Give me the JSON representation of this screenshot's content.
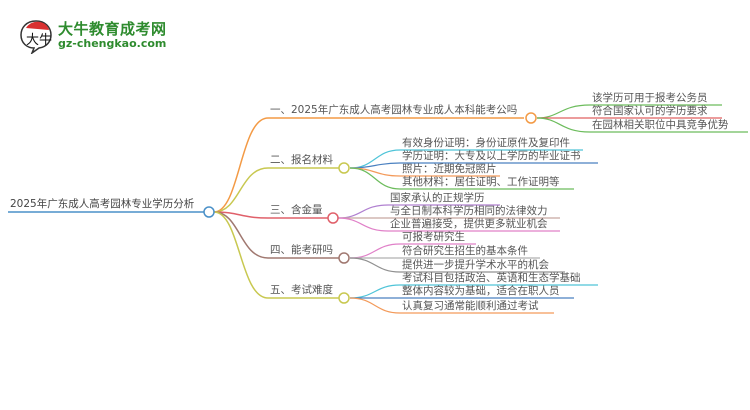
{
  "logo": {
    "title": "大牛教育成考网",
    "url": "gz-chengkao.com",
    "badge_text": "大牛"
  },
  "mindmap": {
    "root": "2025年广东成人高考园林专业学历分析",
    "colors": {
      "root": "#4a90c8",
      "b1": "#f39a45",
      "b2": "#c8c850",
      "b3": "#e0606a",
      "b4": "#a07870",
      "b5": "#c8c850"
    },
    "branches": [
      {
        "label": "一、2025年广东成人高考园林专业成人本科能考公吗",
        "children": [
          "该学历可用于报考公务员",
          "符合国家认可的学历要求",
          "在园林相关职位中具竞争优势"
        ]
      },
      {
        "label": "二、报名材料",
        "children": [
          "有效身份证明：身份证原件及复印件",
          "学历证明：大专及以上学历的毕业证书",
          "照片：近期免冠照片",
          "其他材料：居住证明、工作证明等"
        ]
      },
      {
        "label": "三、含金量",
        "children": [
          "国家承认的正规学历",
          "与全日制本科学历相同的法律效力",
          "企业普遍接受，提供更多就业机会"
        ]
      },
      {
        "label": "四、能考研吗",
        "children": [
          "可报考研究生",
          "符合研究生招生的基本条件",
          "提供进一步提升学术水平的机会"
        ]
      },
      {
        "label": "五、考试难度",
        "children": [
          "考试科目包括政治、英语和生态学基础",
          "整体内容较为基础，适合在职人员",
          "认真复习通常能顺利通过考试"
        ]
      }
    ]
  }
}
